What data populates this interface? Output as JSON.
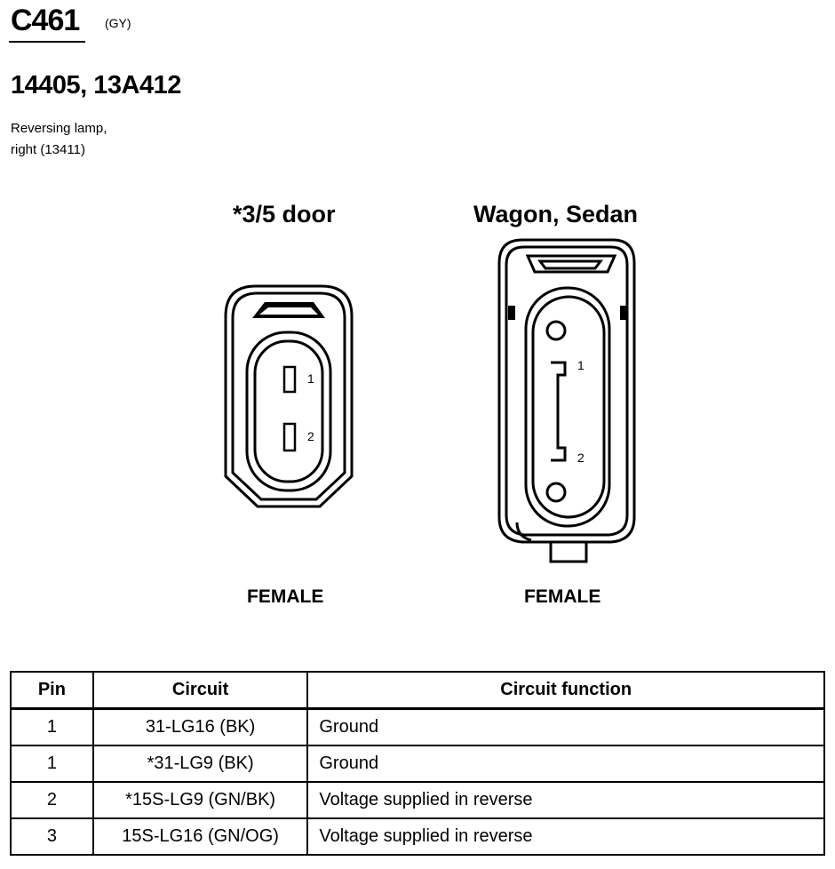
{
  "header": {
    "connector_id": "C461",
    "connector_color": "(GY)",
    "part_numbers": "14405, 13A412",
    "description_line1": "Reversing lamp,",
    "description_line2": "right (13411)"
  },
  "variants": [
    {
      "title": "*3/5 door",
      "gender": "FEMALE",
      "pins": [
        "1",
        "2"
      ]
    },
    {
      "title": "Wagon, Sedan",
      "gender": "FEMALE",
      "pins": [
        "1",
        "2"
      ]
    }
  ],
  "table": {
    "headers": [
      "Pin",
      "Circuit",
      "Circuit function"
    ],
    "rows": [
      {
        "pin": "1",
        "circuit": "31-LG16 (BK)",
        "function": "Ground"
      },
      {
        "pin": "1",
        "circuit": "*31-LG9 (BK)",
        "function": "Ground"
      },
      {
        "pin": "2",
        "circuit": "*15S-LG9 (GN/BK)",
        "function": "Voltage supplied in reverse"
      },
      {
        "pin": "3",
        "circuit": "15S-LG16 (GN/OG)",
        "function": "Voltage supplied in reverse"
      }
    ]
  }
}
